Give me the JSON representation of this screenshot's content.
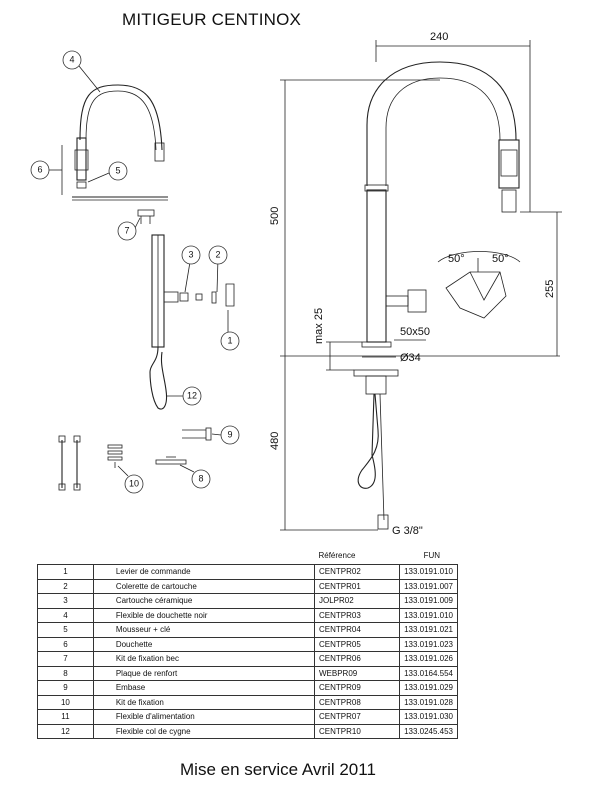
{
  "title": "MITIGEUR CENTINOX",
  "footer": "Mise en service Avril 2011",
  "dimensions": {
    "width_top": "240",
    "height_body": "500",
    "max_25": "max 25",
    "lever_block": "50x50",
    "diameter": "Ø34",
    "height_under": "480",
    "thread": "G 3/8\"",
    "spout_height": "255",
    "angle_left": "50°",
    "angle_right": "50°"
  },
  "callouts": [
    "4",
    "6",
    "5",
    "7",
    "3",
    "2",
    "1",
    "12",
    "9",
    "10",
    "8"
  ],
  "table": {
    "headers": {
      "ref": "Référence",
      "fun": "FUN"
    },
    "rows": [
      {
        "num": "1",
        "desc": "Levier de commande",
        "ref": "CENTPR02",
        "fun": "133.0191.010"
      },
      {
        "num": "2",
        "desc": "Colerette de cartouche",
        "ref": "CENTPR01",
        "fun": "133.0191.007"
      },
      {
        "num": "3",
        "desc": "Cartouche céramique",
        "ref": "JOLPR02",
        "fun": "133.0191.009"
      },
      {
        "num": "4",
        "desc": "Flexible de douchette noir",
        "ref": "CENTPR03",
        "fun": "133.0191.010"
      },
      {
        "num": "5",
        "desc": "Mousseur + clé",
        "ref": "CENTPR04",
        "fun": "133.0191.021"
      },
      {
        "num": "6",
        "desc": "Douchette",
        "ref": "CENTPR05",
        "fun": "133.0191.023"
      },
      {
        "num": "7",
        "desc": "Kit de fixation bec",
        "ref": "CENTPR06",
        "fun": "133.0191.026"
      },
      {
        "num": "8",
        "desc": "Plaque de renfort",
        "ref": "WEBPR09",
        "fun": "133.0164.554"
      },
      {
        "num": "9",
        "desc": "Embase",
        "ref": "CENTPR09",
        "fun": "133.0191.029"
      },
      {
        "num": "10",
        "desc": "Kit de fixation",
        "ref": "CENTPR08",
        "fun": "133.0191.028"
      },
      {
        "num": "11",
        "desc": "Flexible d'alimentation",
        "ref": "CENTPR07",
        "fun": "133.0191.030"
      },
      {
        "num": "12",
        "desc": "Flexible col de cygne",
        "ref": "CENTPR10",
        "fun": "133.0245.453"
      }
    ]
  }
}
